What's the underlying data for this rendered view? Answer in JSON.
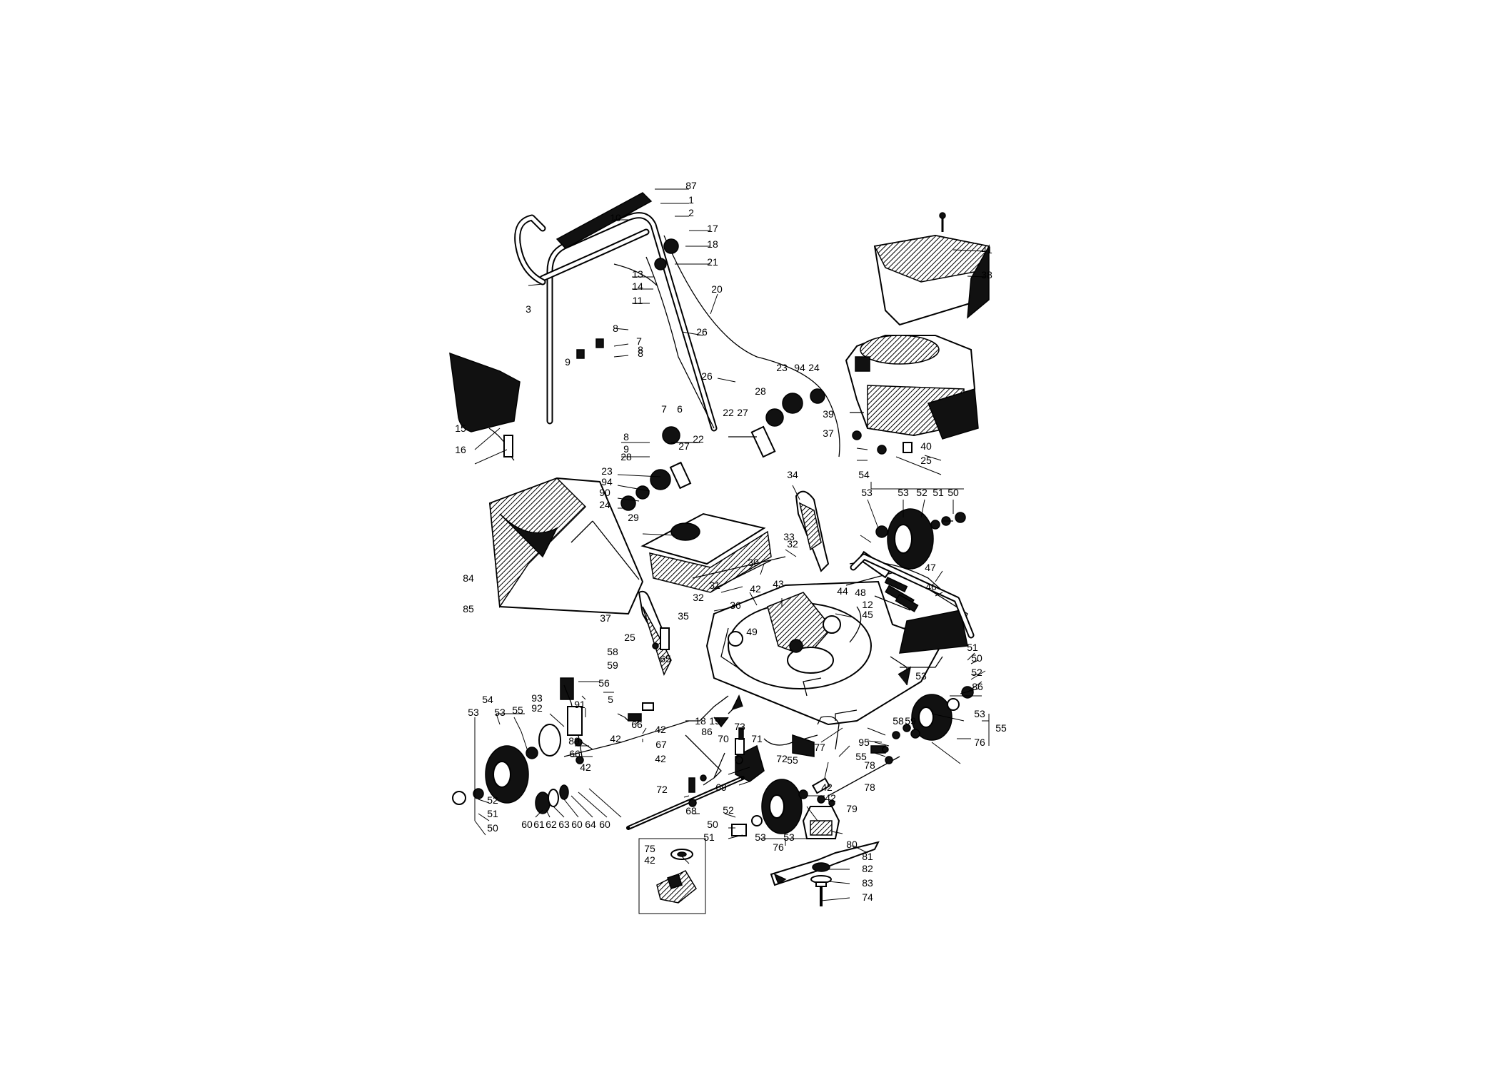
{
  "labels": [
    "87",
    "1",
    "2",
    "17",
    "18",
    "21",
    "10",
    "13",
    "14",
    "11",
    "20",
    "3",
    "8",
    "7",
    "8",
    "9",
    "8",
    "26",
    "26",
    "23",
    "94",
    "24",
    "28",
    "22",
    "27",
    "7",
    "6",
    "8",
    "9",
    "27",
    "22",
    "28",
    "23",
    "94",
    "90",
    "24",
    "15",
    "16",
    "41",
    "38",
    "39",
    "37",
    "40",
    "25",
    "34",
    "54",
    "53",
    "53",
    "52",
    "51",
    "50",
    "29",
    "33",
    "32",
    "30",
    "31",
    "32",
    "84",
    "85",
    "37",
    "25",
    "35",
    "36",
    "42",
    "43",
    "44",
    "45",
    "48",
    "12",
    "47",
    "46",
    "49",
    "58",
    "59",
    "65",
    "56",
    "5",
    "93",
    "92",
    "91",
    "54",
    "53",
    "55",
    "53",
    "89",
    "66",
    "66",
    "42",
    "42",
    "52",
    "51",
    "50",
    "60",
    "61",
    "62",
    "63",
    "60",
    "64",
    "60",
    "18",
    "19",
    "42",
    "67",
    "86",
    "73",
    "71",
    "70",
    "72",
    "42",
    "69",
    "72",
    "68",
    "55",
    "52",
    "50",
    "51",
    "53",
    "53",
    "76",
    "77",
    "95",
    "55",
    "58",
    "59",
    "78",
    "42",
    "78",
    "42",
    "79",
    "80",
    "81",
    "82",
    "83",
    "74",
    "75",
    "42",
    "51",
    "50",
    "52",
    "86",
    "53",
    "53",
    "76",
    "55"
  ]
}
